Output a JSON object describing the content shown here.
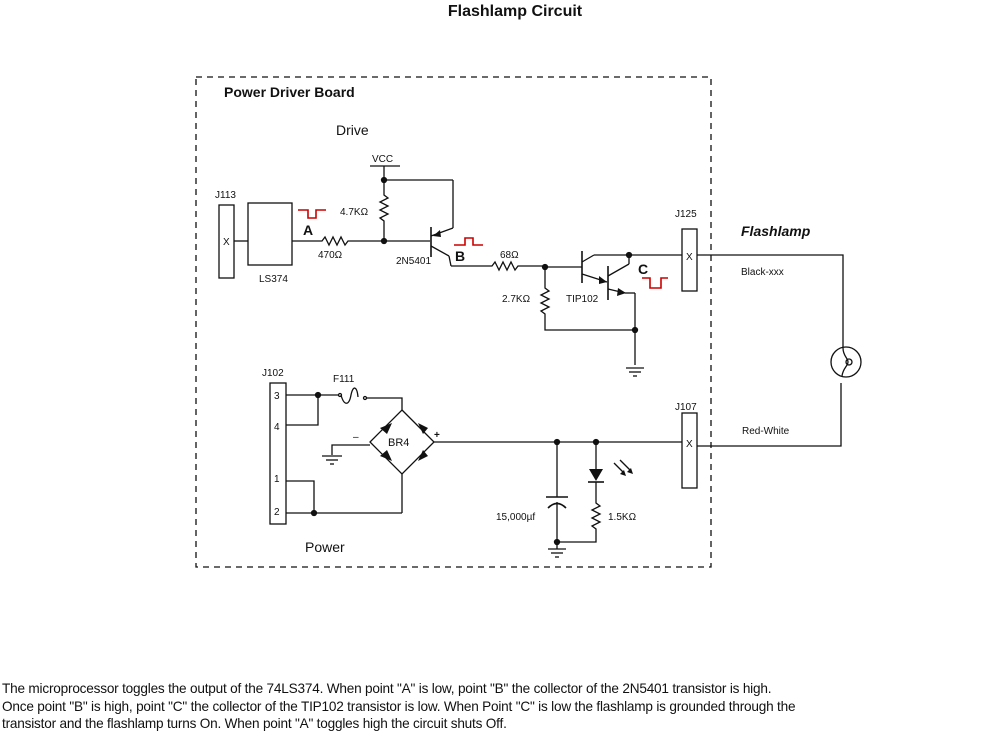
{
  "title": "Flashlamp Circuit",
  "board": {
    "title": "Power Driver Board",
    "sections": {
      "drive": "Drive",
      "power": "Power"
    }
  },
  "components": {
    "j113": {
      "ref": "J113",
      "pin": "X"
    },
    "ls374": {
      "ref": "LS374"
    },
    "r470": {
      "value": "470Ω"
    },
    "r4k7": {
      "value": "4.7KΩ"
    },
    "vcc": {
      "label": "VCC"
    },
    "q2n5401": {
      "ref": "2N5401"
    },
    "r68": {
      "value": "68Ω"
    },
    "r2k7": {
      "value": "2.7KΩ"
    },
    "tip102": {
      "ref": "TIP102"
    },
    "j125": {
      "ref": "J125",
      "pin": "X"
    },
    "j102": {
      "ref": "J102",
      "pins": [
        "3",
        "4",
        "1",
        "2"
      ]
    },
    "f111": {
      "ref": "F111"
    },
    "br4": {
      "ref": "BR4",
      "minus": "–",
      "plus": "+"
    },
    "cap": {
      "value": "15,000µf"
    },
    "r1k5": {
      "value": "1.5KΩ"
    },
    "j107": {
      "ref": "J107",
      "pin": "X"
    }
  },
  "points": {
    "a": "A",
    "b": "B",
    "c": "C"
  },
  "external": {
    "flashlamp": "Flashlamp",
    "wire_top": "Black-xxx",
    "wire_bottom": "Red-White"
  },
  "colors": {
    "signal": "#cc0000",
    "ink": "#111111"
  },
  "description": [
    "The microprocessor toggles the output of the 74LS374.  When point \"A\" is low, point \"B\" the collector of the 2N5401 transistor is high.",
    "Once point \"B\" is high, point \"C\" the collector of the TIP102 transistor is low.  When Point \"C\" is low the flashlamp is grounded through the",
    "transistor and the flashlamp turns On.  When point \"A\" toggles high the circuit shuts Off."
  ]
}
